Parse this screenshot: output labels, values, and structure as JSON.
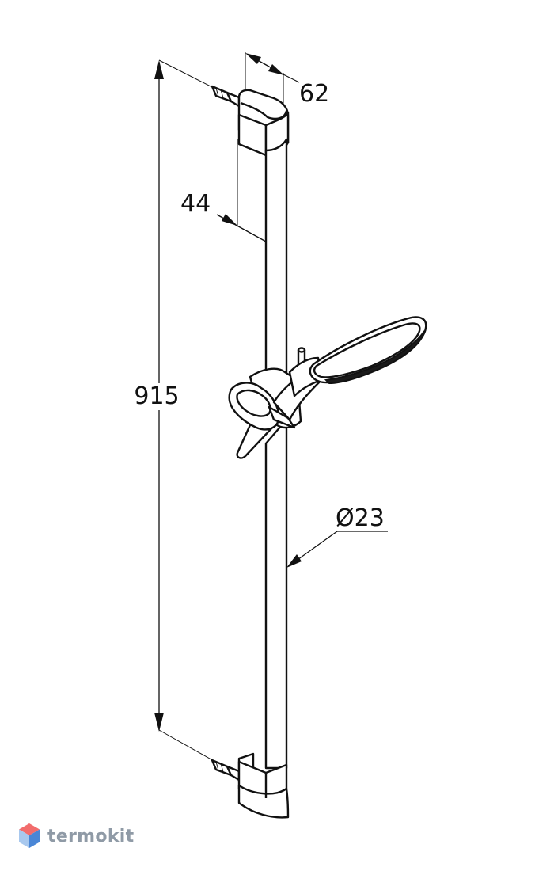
{
  "dimensions": {
    "depth": "62",
    "offset": "44",
    "length": "915",
    "diameter": "Ø23"
  },
  "watermark": {
    "text": "termokit",
    "colors": {
      "top": "#f26c6c",
      "left": "#a8c8ee",
      "right": "#4a86d6"
    }
  },
  "icons": [
    "termokit-logo-icon"
  ]
}
